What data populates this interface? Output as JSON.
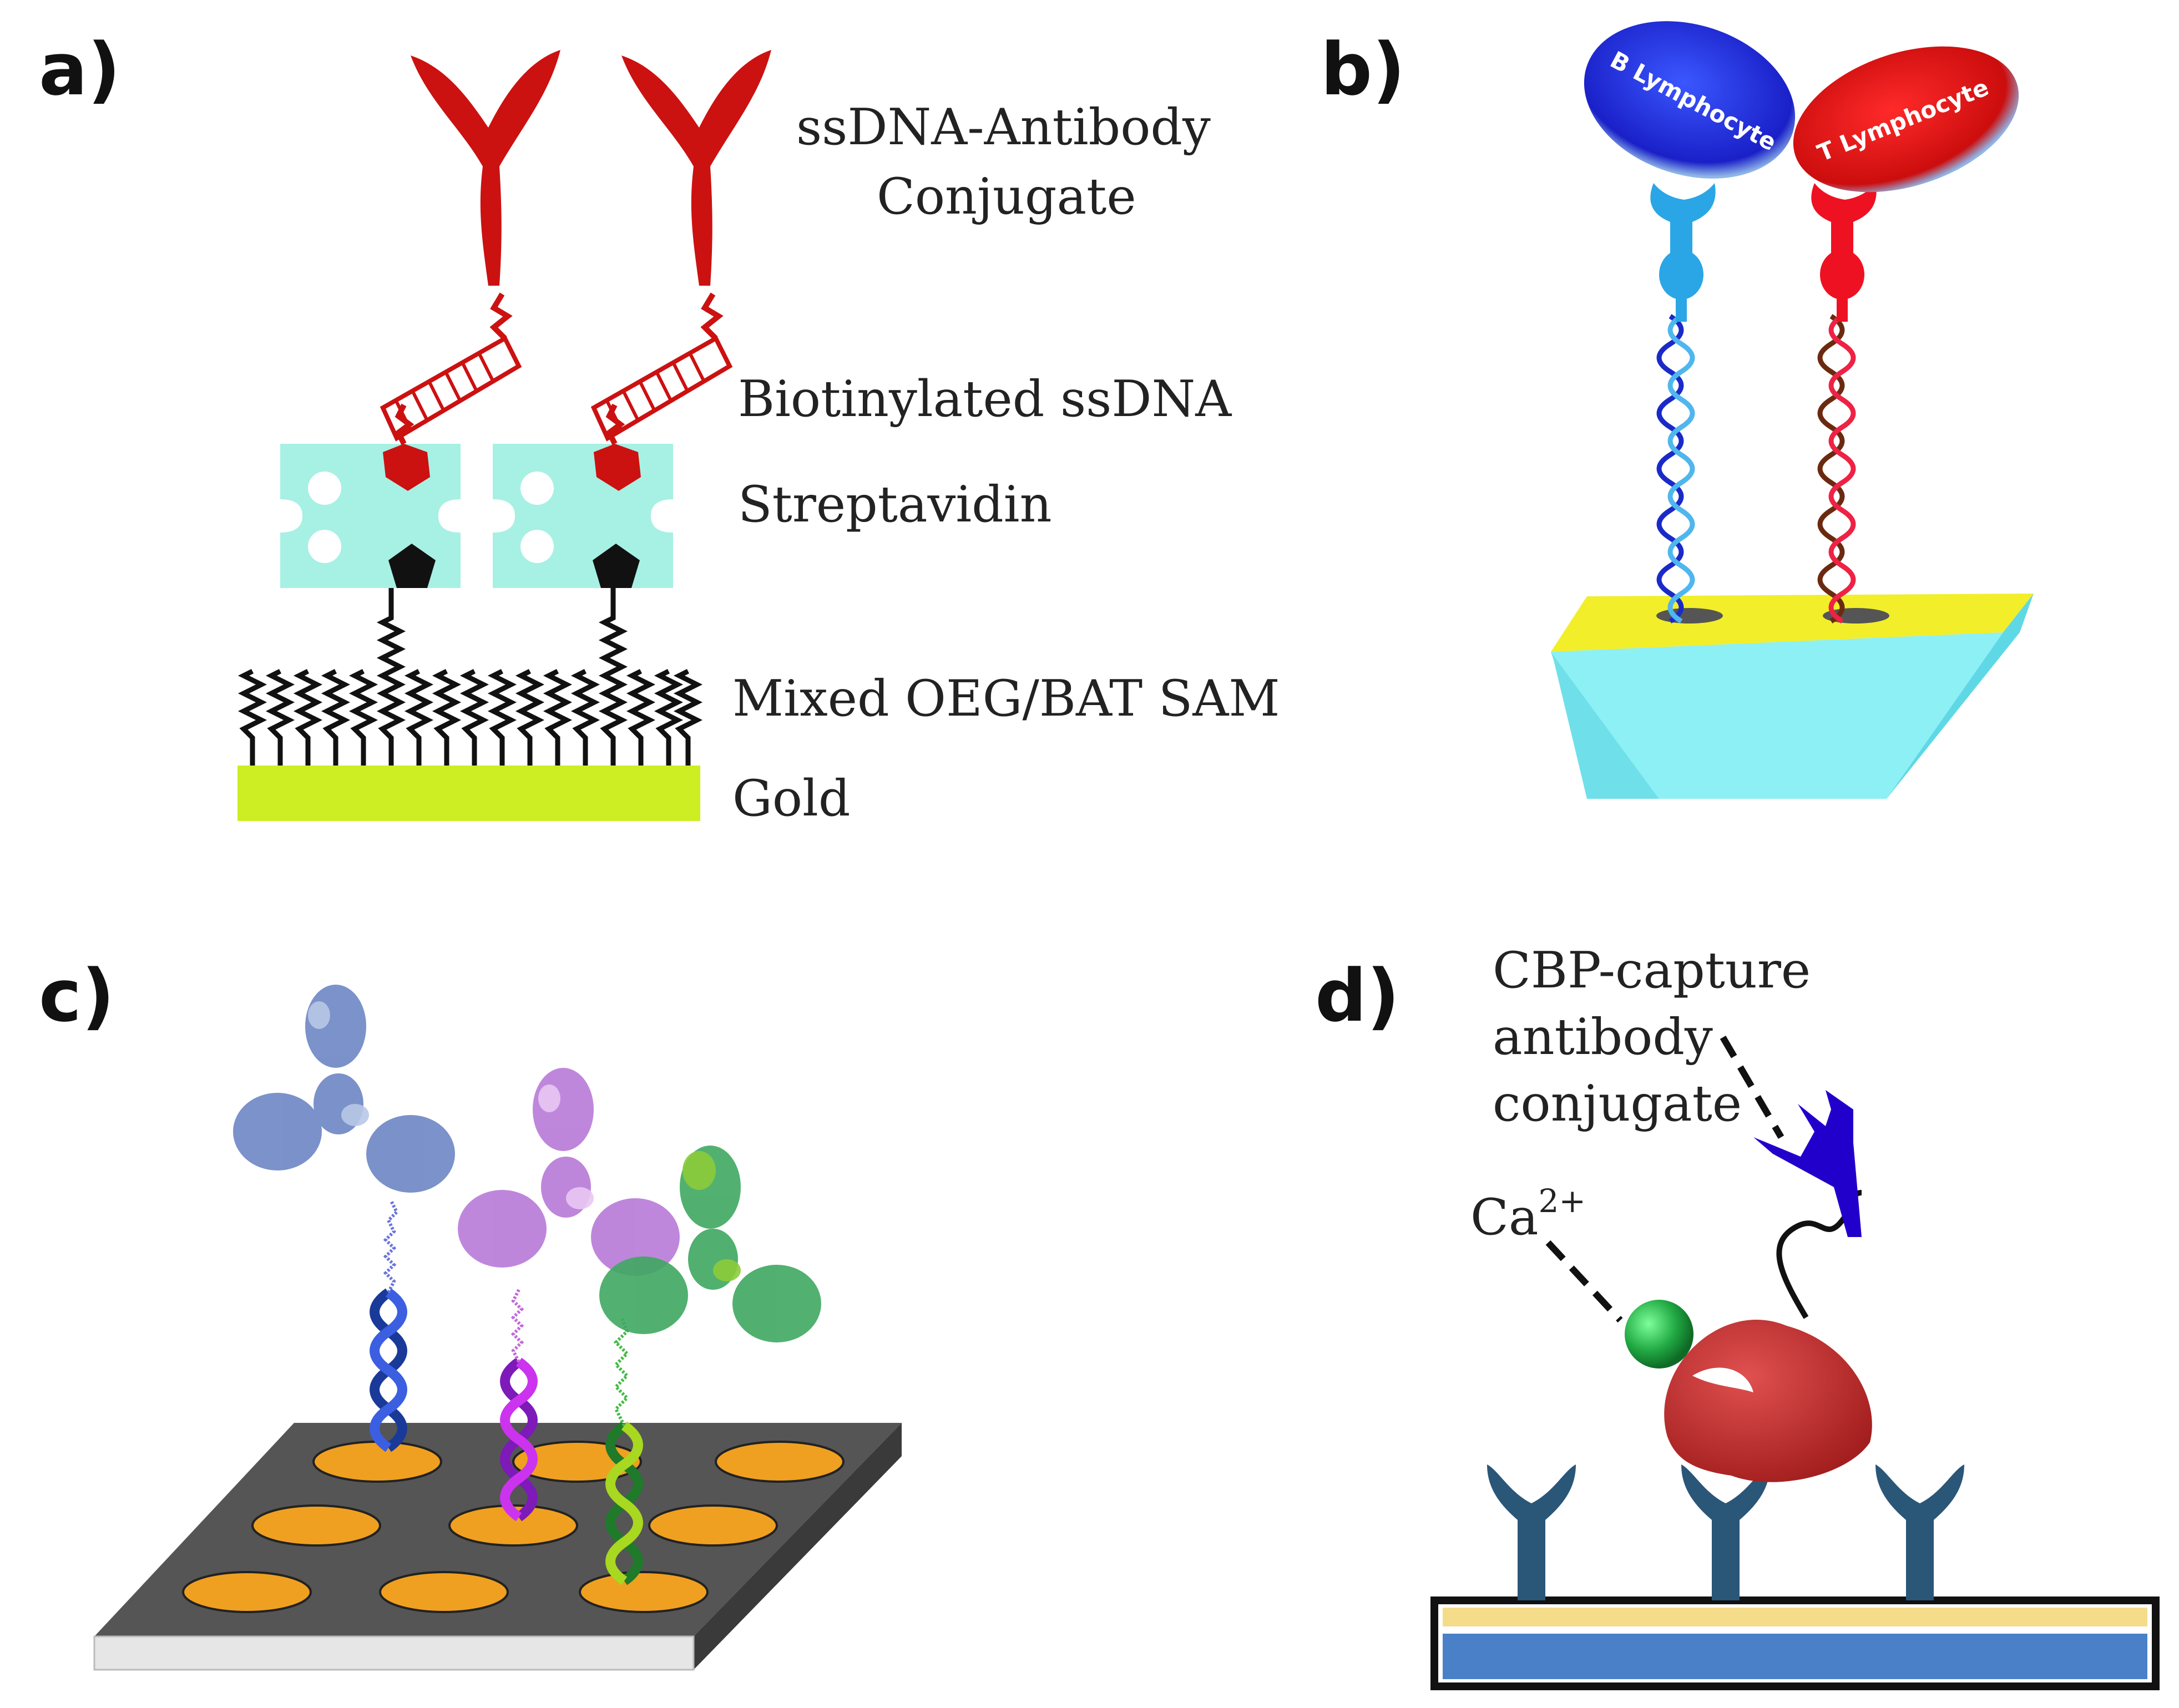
{
  "panels": {
    "a": {
      "label": "a)",
      "annotations": {
        "conjugate_line1": "ssDNA-Antibody",
        "conjugate_line2": "Conjugate",
        "ssdna": "Biotinylated ssDNA",
        "streptavidin": "Streptavidin",
        "sam": "Mixed OEG/BAT SAM",
        "gold": "Gold"
      }
    },
    "b": {
      "label": "b)",
      "cells": {
        "left": "B Lymphocyte",
        "right": "T Lymphocyte"
      }
    },
    "c": {
      "label": "c)"
    },
    "d": {
      "label": "d)",
      "annotations": {
        "cbp_line1": "CBP-capture",
        "cbp_line2": "antibody",
        "cbp_line3": "conjugate",
        "calcium_base": "Ca",
        "calcium_sup": "2+"
      }
    }
  },
  "colors": {
    "antibody_red": "#cc1111",
    "streptavidin_cyan": "#a7f0e4",
    "gold_yellow_green": "#ccee22",
    "b_cell_blue": "#2233dd",
    "t_cell_red": "#dd1111",
    "chip_grey": "#555555",
    "well_orange": "#f0a020",
    "antibody_dark_blue": "#2a5678",
    "capture_blue": "#2200cc",
    "cbp_red": "#c42a2a",
    "calcium_green": "#22aa44"
  }
}
